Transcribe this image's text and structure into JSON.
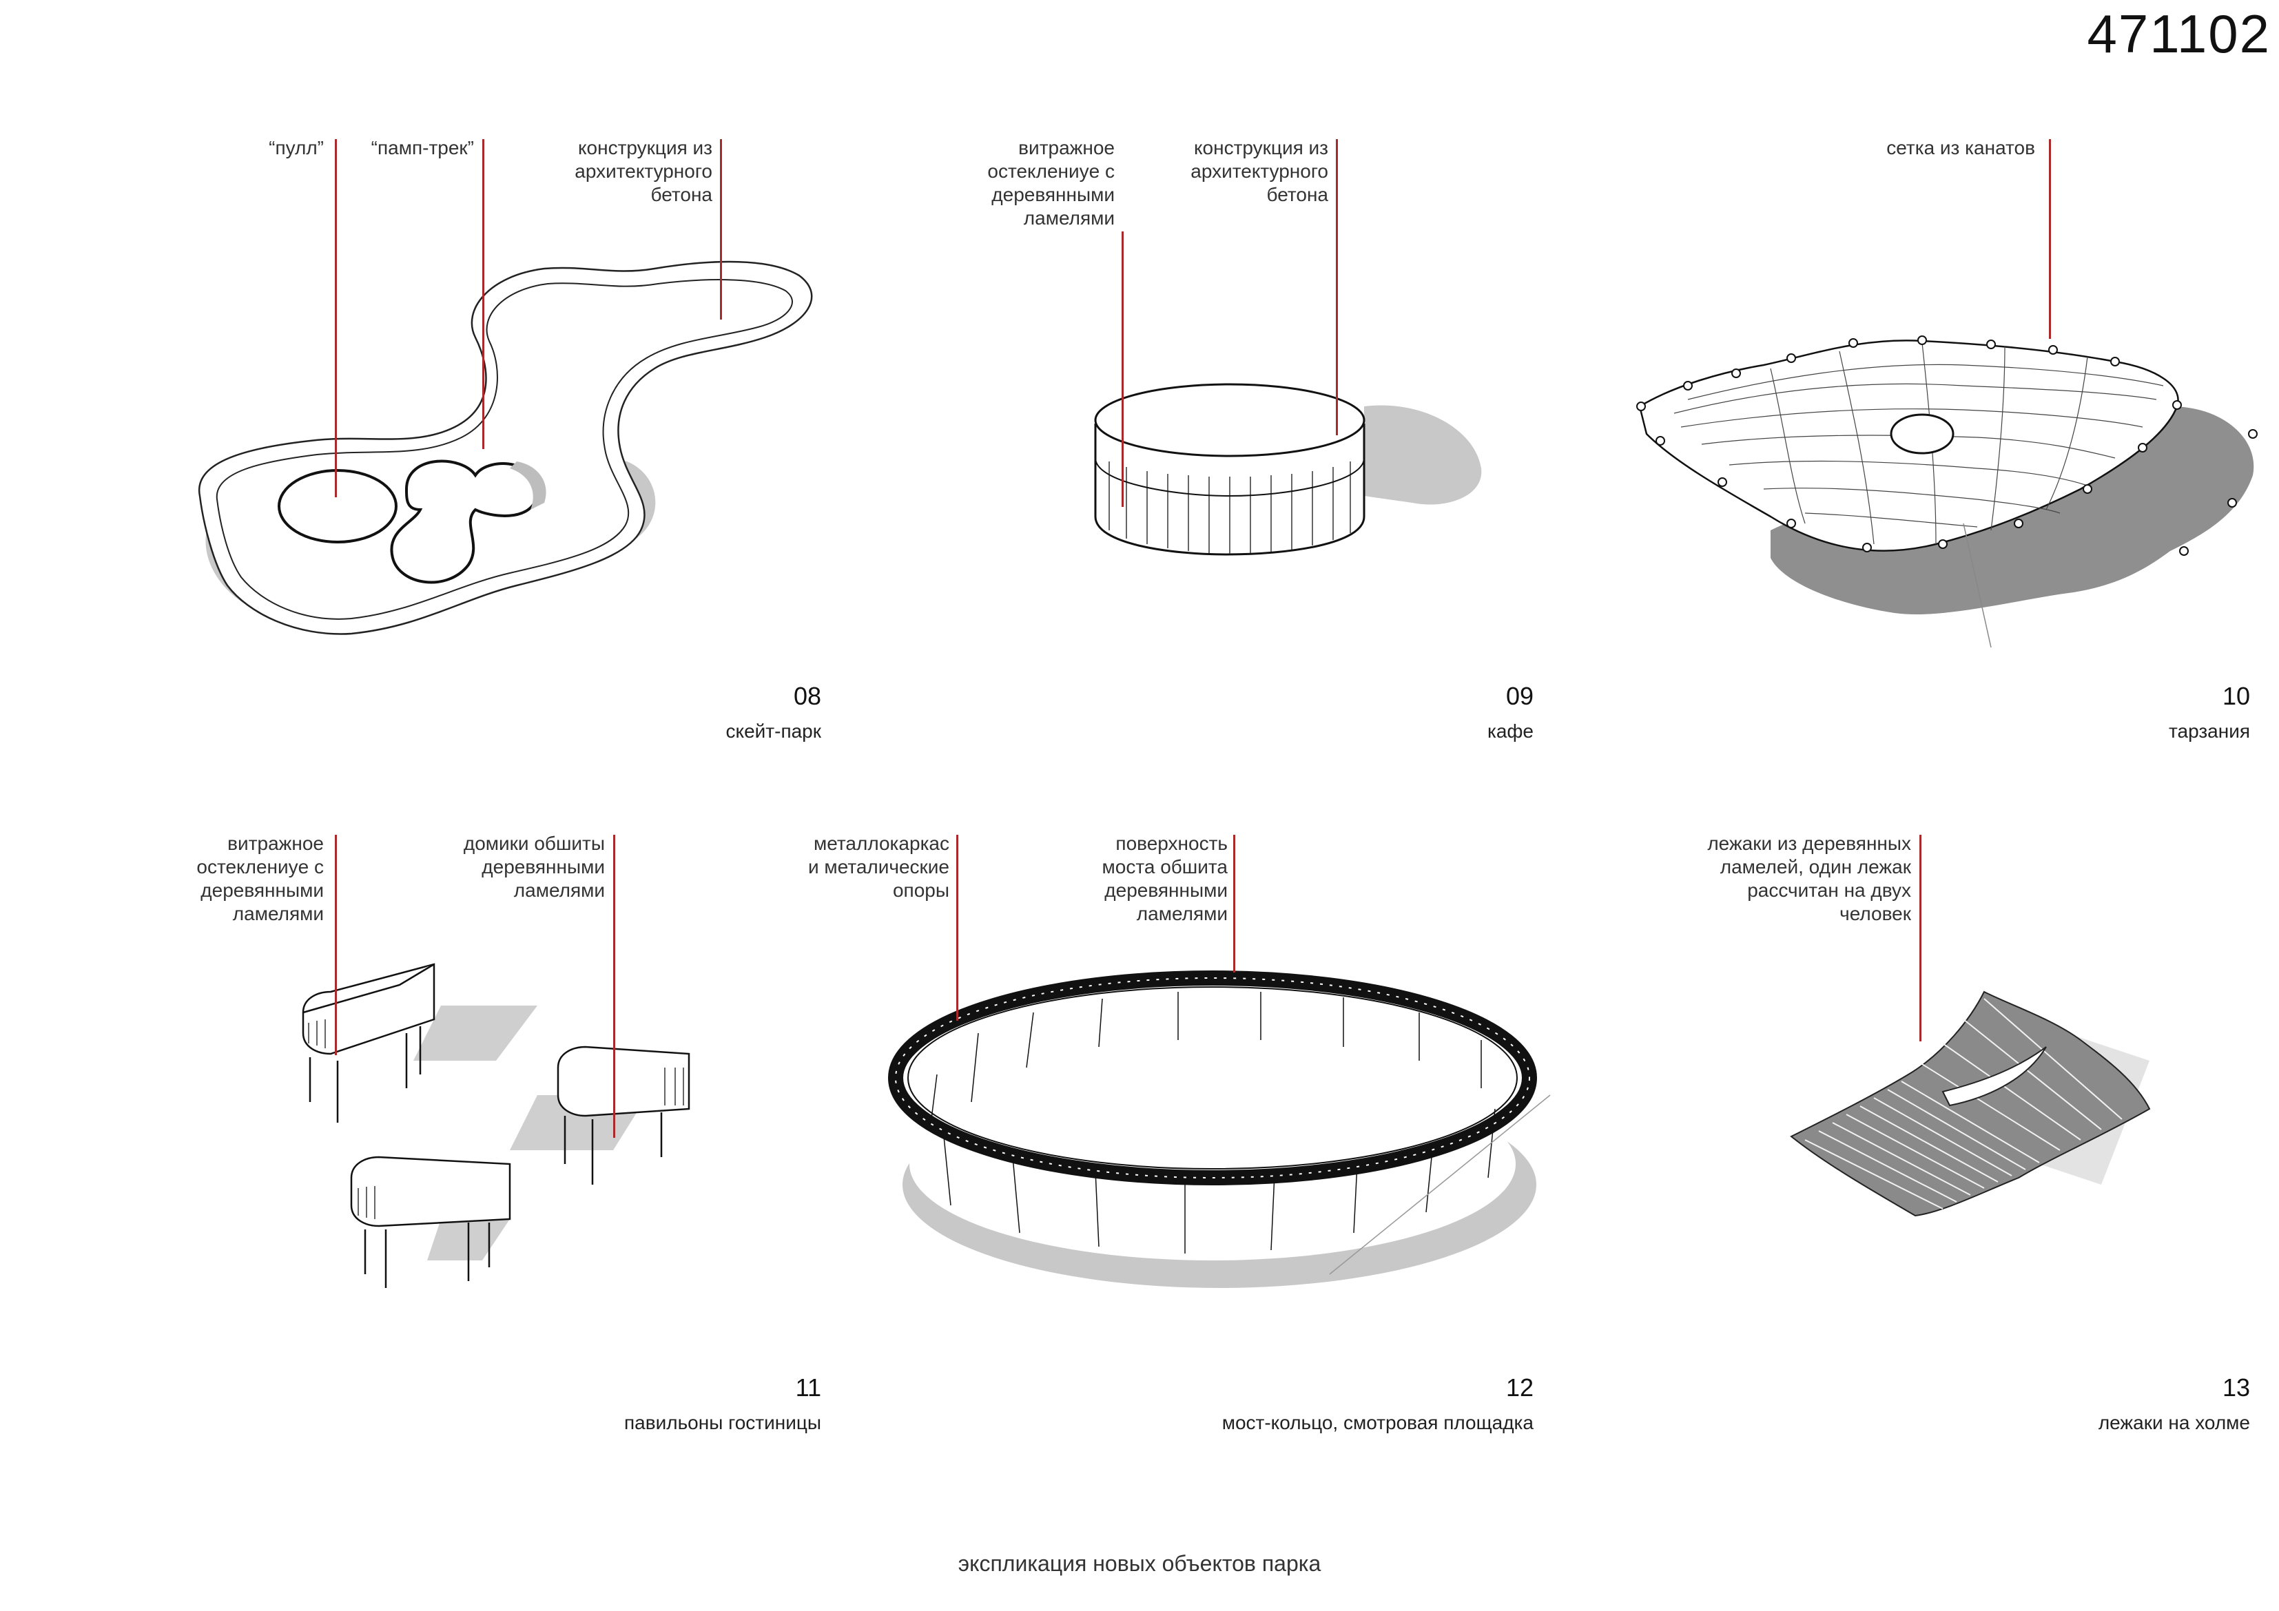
{
  "sheet_number": "471102",
  "footer": "экспликация новых объектов парка",
  "panels": [
    {
      "number": "08",
      "caption": "скейт-парк",
      "labels": [
        "“пулл”",
        "“памп-трек”",
        "конструкция из\nархитектурного\nбетона"
      ]
    },
    {
      "number": "09",
      "caption": "кафе",
      "labels": [
        "витражное\nостеклениyе с\nдеревянными\nламелями",
        "конструкция из\nархитектурного\nбетона"
      ]
    },
    {
      "number": "10",
      "caption": "тарзания",
      "labels": [
        "сетка из канатов"
      ]
    },
    {
      "number": "11",
      "caption": "павильоны гостиницы",
      "labels": [
        "витражное\nостеклениyе с\nдеревянными\nламелями",
        "домики обшиты\nдеревянными\nламелями"
      ]
    },
    {
      "number": "12",
      "caption": "мост-кольцо, смотровая площадка",
      "labels": [
        "металлокаркас\nи металические\nопоры",
        "поверхность\nмоста обшита\nдеревянными\nламелями"
      ]
    },
    {
      "number": "13",
      "caption": "лежаки на холме",
      "labels": [
        "лежаки из деревянных\nламелей, один лежак\nрассчитан на двух\nчеловек"
      ]
    }
  ]
}
